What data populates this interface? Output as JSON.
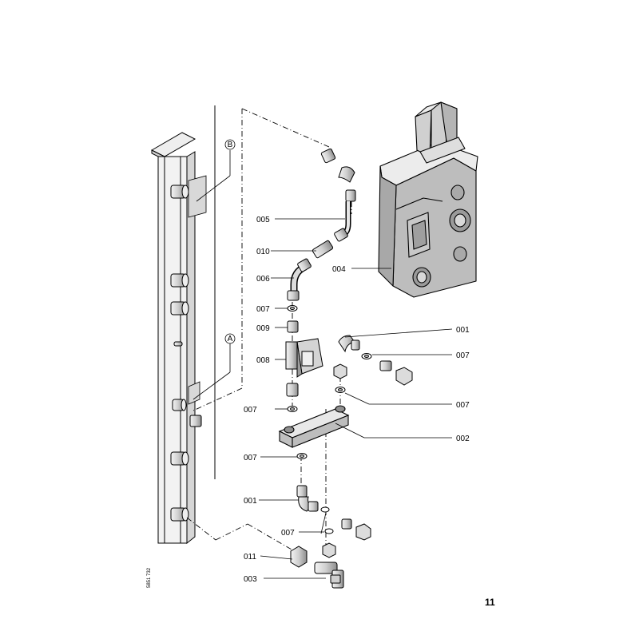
{
  "page_number": "11",
  "drawing_reference": "5851 732",
  "detail_markers": [
    "B",
    "A"
  ],
  "part_labels": {
    "l005": "005",
    "l010": "010",
    "l006": "006",
    "l004": "004",
    "l007a": "007",
    "l009": "009",
    "l001a": "001",
    "l007b": "007",
    "l008": "008",
    "l007c": "007",
    "l007d": "007",
    "l002": "002",
    "l007e": "007",
    "l001b": "001",
    "l007f": "007",
    "l011": "011",
    "l003": "003"
  },
  "colors": {
    "line": "#000000",
    "part_fill": "#dcdcdc",
    "light_fill": "#eeeeee"
  }
}
